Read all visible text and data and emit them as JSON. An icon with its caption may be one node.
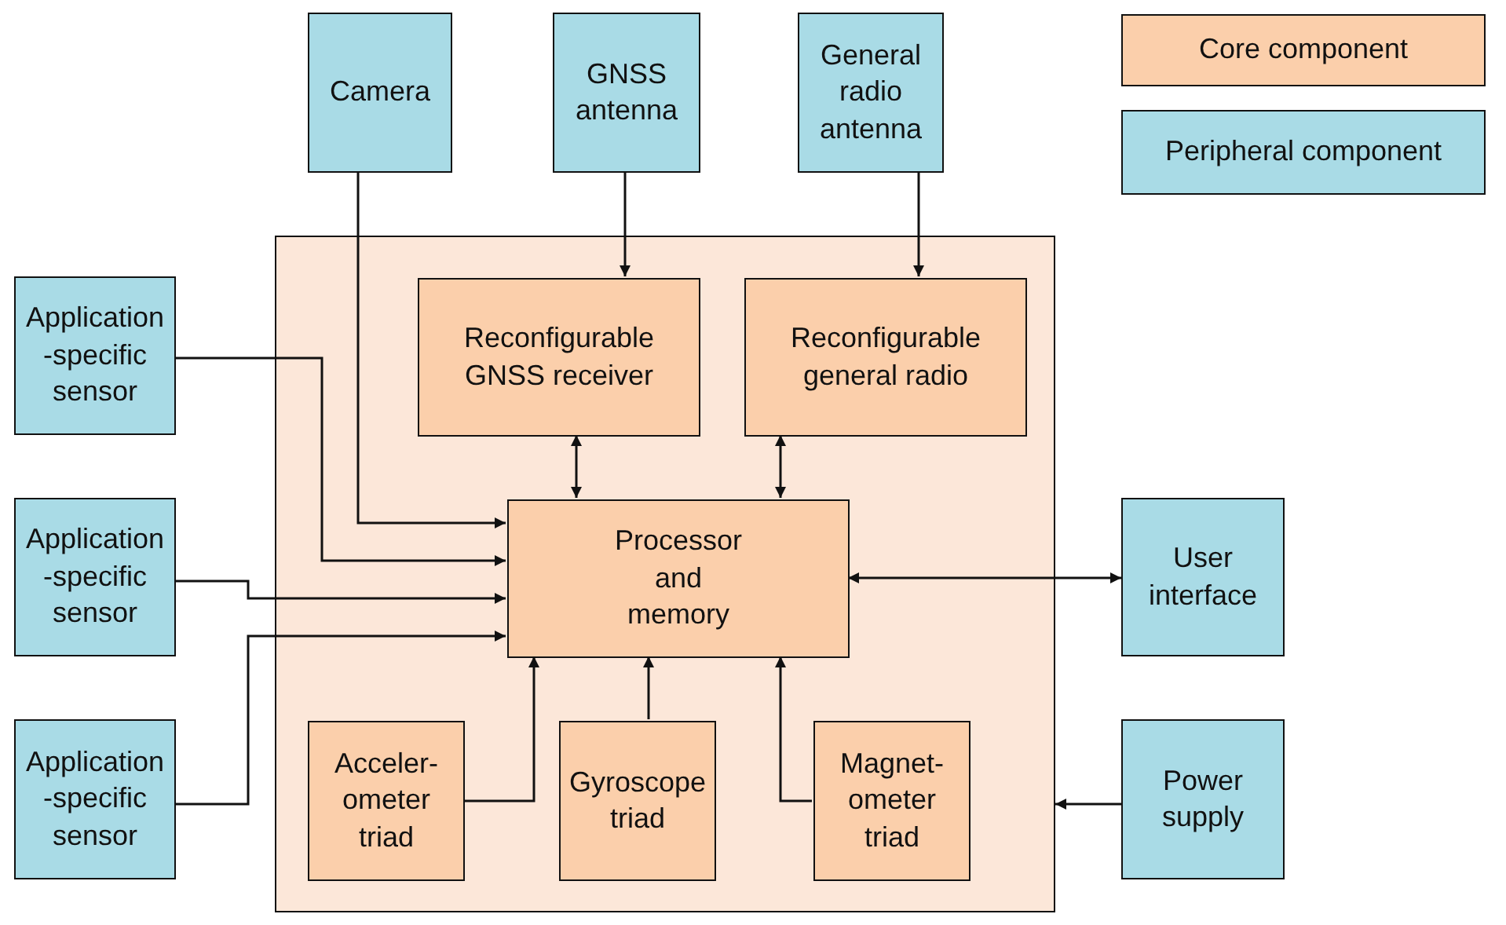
{
  "diagram": {
    "nodes": [
      {
        "text": [
          "Camera"
        ]
      },
      {
        "text": [
          "GNSS antenna"
        ]
      },
      {
        "text": [
          "General radio antenna"
        ]
      },
      {
        "text": [],
        "shape": "box"
      },
      {
        "text": [
          "Reconfigurable GNSS receiver"
        ],
        "in": 3
      },
      {
        "text": [
          "Reconfigurable general radio"
        ],
        "in": 3
      },
      {
        "text": [
          "Application -specific sensor"
        ]
      },
      {
        "text": [
          "Processor and memory"
        ],
        "in": 3
      },
      {
        "text": [
          "User interface"
        ]
      },
      {
        "text": [
          "Application -specific sensor"
        ]
      },
      {
        "text": [
          "Acceler- ometer triad"
        ],
        "in": 3
      },
      {
        "text": [
          "Gyroscope triad"
        ],
        "in": 3
      },
      {
        "text": [
          "Magnet- ometer triad"
        ],
        "in": 3
      },
      {
        "text": [
          "Application -specific sensor"
        ]
      },
      {
        "text": [
          "Power supply"
        ]
      }
    ],
    "edges": [
      {
        "from": 0,
        "to": 7,
        "arrow": "to"
      },
      {
        "from": 1,
        "to": 4,
        "arrow": "to"
      },
      {
        "from": 2,
        "to": 5,
        "arrow": "to"
      },
      {
        "from": 4,
        "to": 7,
        "arrow": "both"
      },
      {
        "from": 5,
        "to": 7,
        "arrow": "both"
      },
      {
        "from": 6,
        "to": 7,
        "arrow": "to"
      },
      {
        "from": 9,
        "to": 7,
        "arrow": "to"
      },
      {
        "from": 13,
        "to": 7,
        "arrow": "to"
      },
      {
        "from": 7,
        "to": 8,
        "arrow": "both"
      },
      {
        "from": 10,
        "to": 7,
        "arrow": "to"
      },
      {
        "from": 11,
        "to": 7,
        "arrow": "to"
      },
      {
        "from": 12,
        "to": 7,
        "arrow": "to"
      },
      {
        "from": 14,
        "to": 3,
        "arrow": "to"
      }
    ],
    "legend": [
      {
        "text": "Core component",
        "color": "#fbcfab"
      },
      {
        "text": "Peripheral component",
        "color": "#a9dbe6"
      }
    ]
  }
}
